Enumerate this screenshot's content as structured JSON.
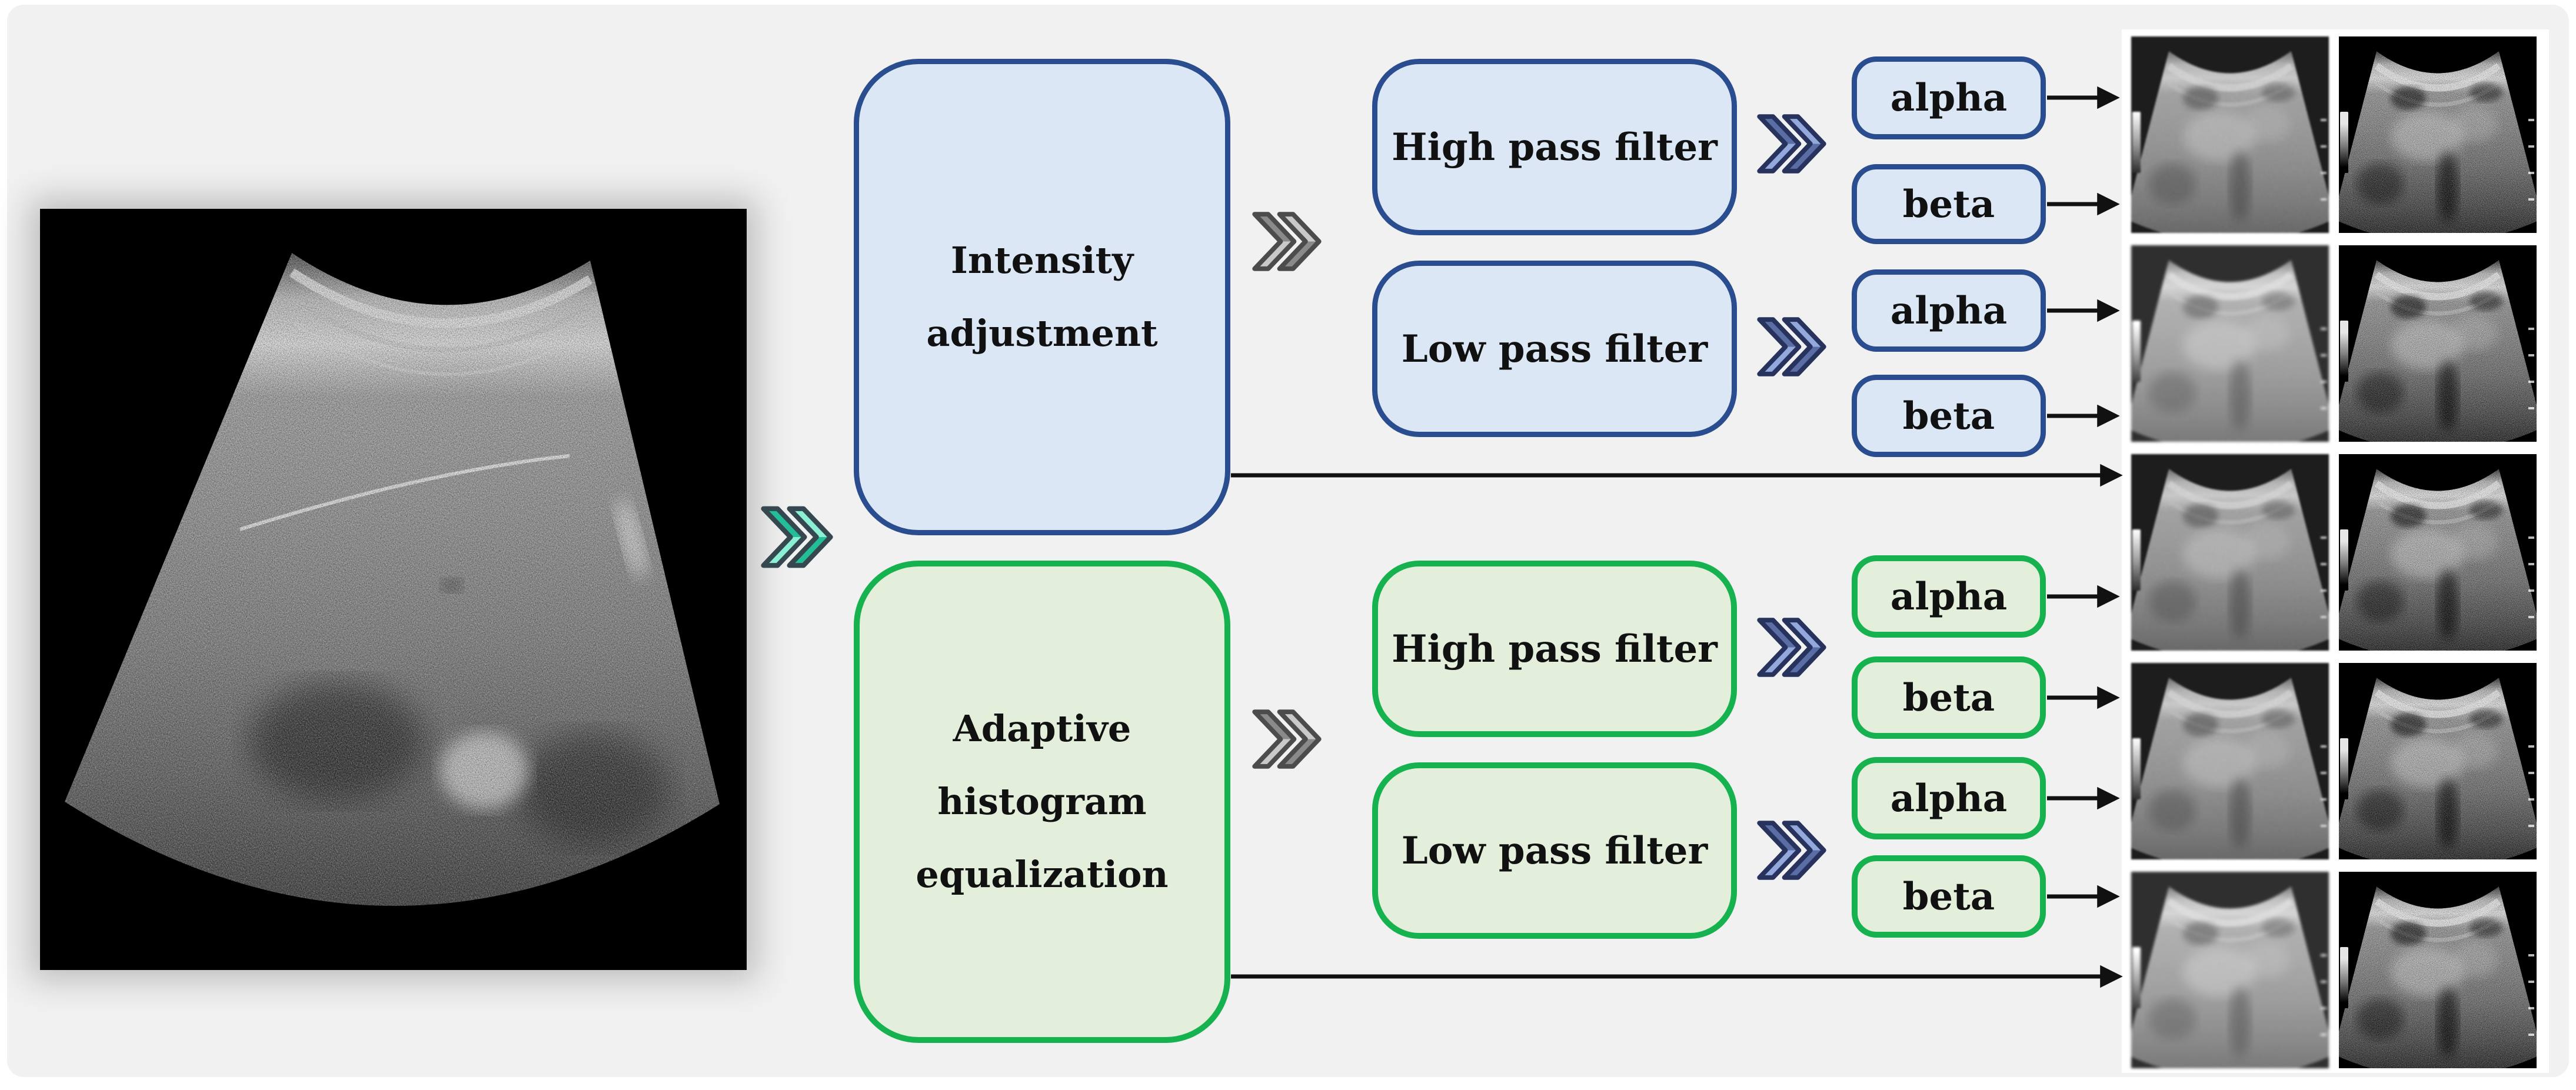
{
  "colors": {
    "page_bg": "#ffffff",
    "panel_bg": "#f1f1f1",
    "blue_fill": "#dbe7f4",
    "blue_border": "#2a4d8f",
    "green_fill": "#e3efdb",
    "green_border": "#17b250",
    "arrow": "#111111",
    "text": "#111111",
    "chevron_teal_dark": "#23bd97",
    "chevron_teal_light": "#8bf0d3",
    "chevron_teal_outline": "#35474f",
    "chevron_gray_dark": "#8a8a8a",
    "chevron_gray_light": "#c9c9c9",
    "chevron_gray_outline": "#4c4c4c",
    "chevron_blue_dark": "#5a6da5",
    "chevron_blue_light": "#93a8dc",
    "chevron_blue_outline": "#27335c"
  },
  "icons": {
    "flow": "double-chevron-right",
    "link": "arrow-right"
  },
  "branches": [
    {
      "label_lines": [
        "Intensity",
        "adjustment"
      ],
      "filters": [
        {
          "label": "High pass filter",
          "outputs": [
            {
              "label": "alpha"
            },
            {
              "label": "beta"
            }
          ]
        },
        {
          "label": "Low pass filter",
          "outputs": [
            {
              "label": "alpha"
            },
            {
              "label": "beta"
            }
          ]
        }
      ]
    },
    {
      "label_lines": [
        "Adaptive",
        "histogram",
        "equalization"
      ],
      "filters": [
        {
          "label": "High pass filter",
          "outputs": [
            {
              "label": "alpha"
            },
            {
              "label": "beta"
            }
          ]
        },
        {
          "label": "Low pass filter",
          "outputs": [
            {
              "label": "alpha"
            },
            {
              "label": "beta"
            }
          ]
        }
      ]
    }
  ]
}
